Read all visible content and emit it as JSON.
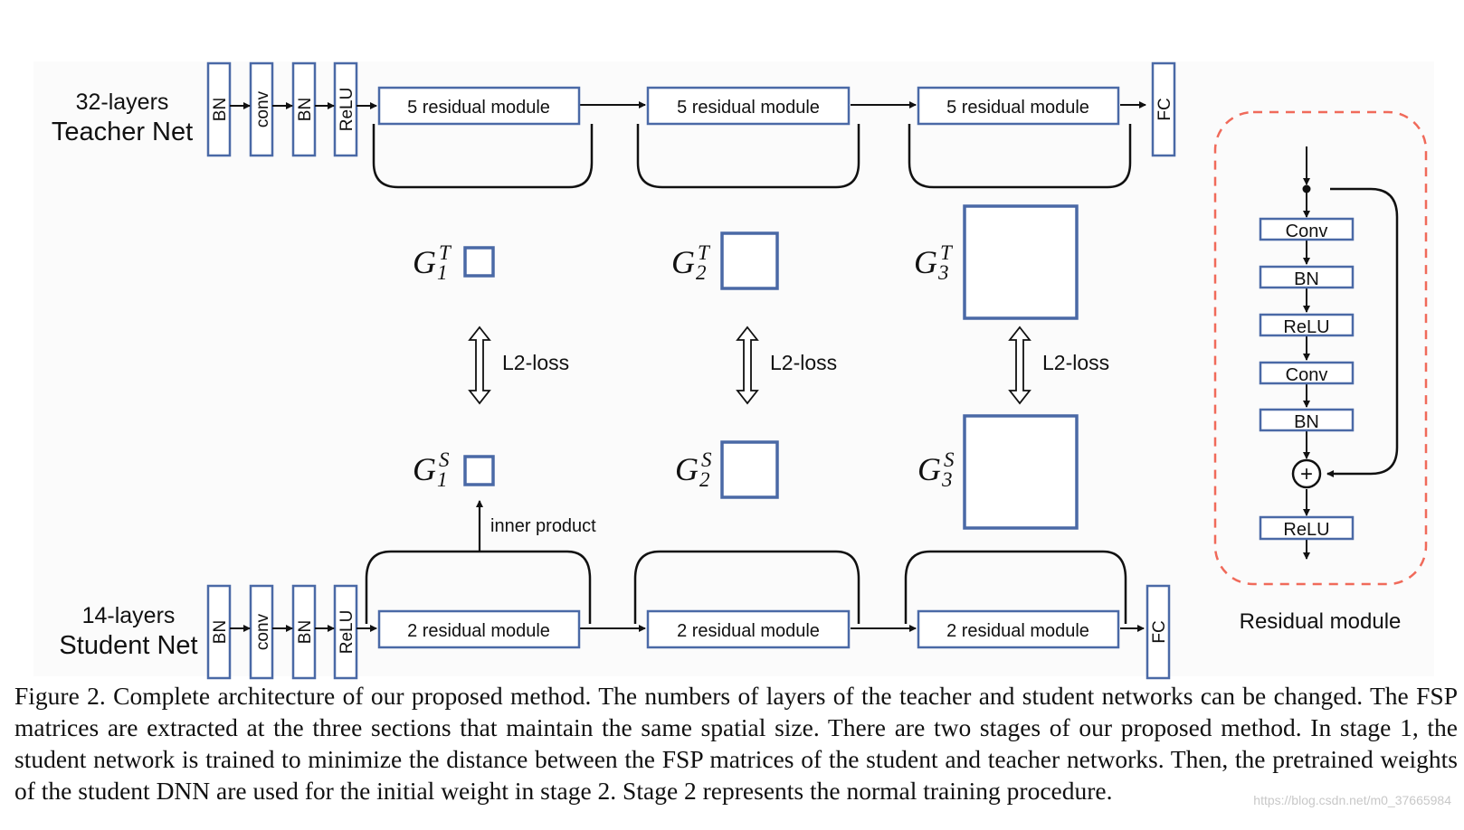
{
  "teacher": {
    "label_line1": "32-layers",
    "label_line2": "Teacher Net",
    "stem_layers": [
      "BN",
      "conv",
      "BN",
      "ReLU"
    ],
    "modules": [
      "5 residual module",
      "5 residual module",
      "5 residual module"
    ],
    "fc": "FC"
  },
  "student": {
    "label_line1": "14-layers",
    "label_line2": "Student Net",
    "stem_layers": [
      "BN",
      "conv",
      "BN",
      "ReLU"
    ],
    "modules": [
      "2 residual module",
      "2 residual module",
      "2 residual module"
    ],
    "fc": "FC"
  },
  "fsp": {
    "G": "G",
    "teacher_sup": "T",
    "student_sup": "S",
    "subscripts": [
      "1",
      "2",
      "3"
    ],
    "loss_labels": [
      "L2-loss",
      "L2-loss",
      "L2-loss"
    ],
    "inner_product": "inner product"
  },
  "residual_module": {
    "title": "Residual module",
    "layers": [
      "Conv",
      "BN",
      "ReLU",
      "Conv",
      "BN"
    ],
    "output_layer": "ReLU",
    "add_symbol": "+"
  },
  "colors": {
    "box_stroke": "#4a69a6",
    "dashed_border": "#f06a5a",
    "panel_bg": "#fbfbfb",
    "line": "#111111"
  },
  "caption": "Figure 2. Complete architecture of our proposed method. The numbers of layers of the teacher and student networks can be changed. The FSP matrices are extracted at the three sections that maintain the same spatial size. There are two stages of our proposed method. In stage 1, the student network is trained to minimize the distance between the FSP matrices of the student and teacher networks. Then, the pretrained weights of the student DNN are used for the initial weight in stage 2. Stage 2 represents the normal training procedure.",
  "watermark": "https://blog.csdn.net/m0_37665984"
}
